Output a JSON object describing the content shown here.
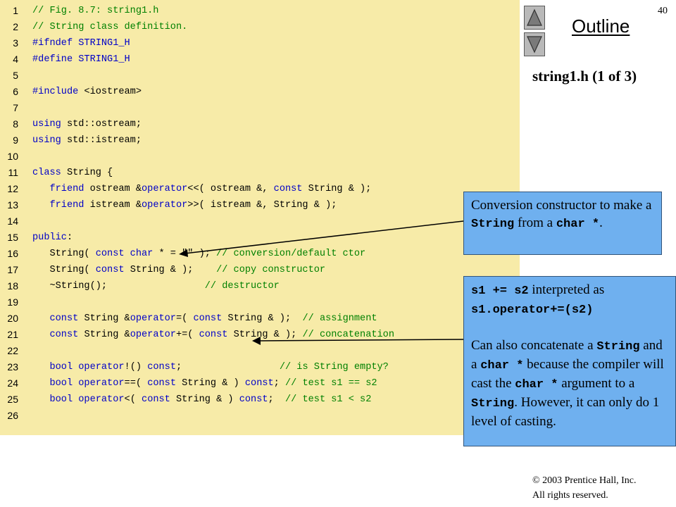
{
  "slide_number": "40",
  "outline_title": "Outline",
  "file_title": "string1.h (1 of 3)",
  "copyright": {
    "symbol": "©",
    "line1": " 2003 Prentice Hall, Inc.",
    "line2": "All rights reserved."
  },
  "colors": {
    "code_background": "#f7eba8",
    "keyword": "#0000c8",
    "comment": "#008000",
    "callout_background": "#6fb0ef"
  },
  "code": [
    {
      "n": "1",
      "segs": [
        {
          "t": "// Fig. 8.7: string1.h",
          "k": "c"
        }
      ]
    },
    {
      "n": "2",
      "segs": [
        {
          "t": "// String class definition.",
          "k": "c"
        }
      ]
    },
    {
      "n": "3",
      "segs": [
        {
          "t": "#ifndef ",
          "k": "k"
        },
        {
          "t": "STRING1_H",
          "k": "m"
        }
      ]
    },
    {
      "n": "4",
      "segs": [
        {
          "t": "#define ",
          "k": "k"
        },
        {
          "t": "STRING1_H",
          "k": "m"
        }
      ]
    },
    {
      "n": "5",
      "segs": []
    },
    {
      "n": "6",
      "segs": [
        {
          "t": "#include ",
          "k": "k"
        },
        {
          "t": "<iostream>",
          "k": "s"
        }
      ]
    },
    {
      "n": "7",
      "segs": []
    },
    {
      "n": "8",
      "segs": [
        {
          "t": "using ",
          "k": "k"
        },
        {
          "t": "std::ostream;",
          "k": "s"
        }
      ]
    },
    {
      "n": "9",
      "segs": [
        {
          "t": "using ",
          "k": "k"
        },
        {
          "t": "std::istream;",
          "k": "s"
        }
      ]
    },
    {
      "n": "10",
      "segs": []
    },
    {
      "n": "11",
      "segs": [
        {
          "t": "class ",
          "k": "k"
        },
        {
          "t": "String {",
          "k": "s"
        }
      ]
    },
    {
      "n": "12",
      "segs": [
        {
          "t": "   ",
          "k": "s"
        },
        {
          "t": "friend ",
          "k": "k"
        },
        {
          "t": "ostream &",
          "k": "s"
        },
        {
          "t": "operator",
          "k": "k"
        },
        {
          "t": "<<( ostream &, ",
          "k": "s"
        },
        {
          "t": "const ",
          "k": "k"
        },
        {
          "t": "String & );",
          "k": "s"
        }
      ]
    },
    {
      "n": "13",
      "segs": [
        {
          "t": "   ",
          "k": "s"
        },
        {
          "t": "friend ",
          "k": "k"
        },
        {
          "t": "istream &",
          "k": "s"
        },
        {
          "t": "operator",
          "k": "k"
        },
        {
          "t": ">>( istream &, String & );",
          "k": "s"
        }
      ]
    },
    {
      "n": "14",
      "segs": []
    },
    {
      "n": "15",
      "segs": [
        {
          "t": "public",
          "k": "k"
        },
        {
          "t": ":",
          "k": "s"
        }
      ]
    },
    {
      "n": "16",
      "segs": [
        {
          "t": "   String( ",
          "k": "s"
        },
        {
          "t": "const char ",
          "k": "k"
        },
        {
          "t": "* = \"\" ); ",
          "k": "s"
        },
        {
          "t": "// conversion/default ctor",
          "k": "c"
        }
      ]
    },
    {
      "n": "17",
      "segs": [
        {
          "t": "   String( ",
          "k": "s"
        },
        {
          "t": "const ",
          "k": "k"
        },
        {
          "t": "String & );    ",
          "k": "s"
        },
        {
          "t": "// copy constructor",
          "k": "c"
        }
      ]
    },
    {
      "n": "18",
      "segs": [
        {
          "t": "   ~String();                 ",
          "k": "s"
        },
        {
          "t": "// destructor",
          "k": "c"
        }
      ]
    },
    {
      "n": "19",
      "segs": []
    },
    {
      "n": "20",
      "segs": [
        {
          "t": "   ",
          "k": "s"
        },
        {
          "t": "const ",
          "k": "k"
        },
        {
          "t": "String &",
          "k": "s"
        },
        {
          "t": "operator",
          "k": "k"
        },
        {
          "t": "=( ",
          "k": "s"
        },
        {
          "t": "const ",
          "k": "k"
        },
        {
          "t": "String & );  ",
          "k": "s"
        },
        {
          "t": "// assignment",
          "k": "c"
        }
      ]
    },
    {
      "n": "21",
      "segs": [
        {
          "t": "   ",
          "k": "s"
        },
        {
          "t": "const ",
          "k": "k"
        },
        {
          "t": "String &",
          "k": "s"
        },
        {
          "t": "operator",
          "k": "k"
        },
        {
          "t": "+=( ",
          "k": "s"
        },
        {
          "t": "const ",
          "k": "k"
        },
        {
          "t": "String & ); ",
          "k": "s"
        },
        {
          "t": "// concatenation",
          "k": "c"
        }
      ]
    },
    {
      "n": "22",
      "segs": []
    },
    {
      "n": "23",
      "segs": [
        {
          "t": "   ",
          "k": "s"
        },
        {
          "t": "bool operator",
          "k": "k"
        },
        {
          "t": "!() ",
          "k": "s"
        },
        {
          "t": "const",
          "k": "k"
        },
        {
          "t": ";                 ",
          "k": "s"
        },
        {
          "t": "// is String empty?",
          "k": "c"
        }
      ]
    },
    {
      "n": "24",
      "segs": [
        {
          "t": "   ",
          "k": "s"
        },
        {
          "t": "bool operator",
          "k": "k"
        },
        {
          "t": "==( ",
          "k": "s"
        },
        {
          "t": "const ",
          "k": "k"
        },
        {
          "t": "String & ) ",
          "k": "s"
        },
        {
          "t": "const",
          "k": "k"
        },
        {
          "t": "; ",
          "k": "s"
        },
        {
          "t": "// test s1 == s2",
          "k": "c"
        }
      ]
    },
    {
      "n": "25",
      "segs": [
        {
          "t": "   ",
          "k": "s"
        },
        {
          "t": "bool operator",
          "k": "k"
        },
        {
          "t": "<( ",
          "k": "s"
        },
        {
          "t": "const ",
          "k": "k"
        },
        {
          "t": "String & ) ",
          "k": "s"
        },
        {
          "t": "const",
          "k": "k"
        },
        {
          "t": ";  ",
          "k": "s"
        },
        {
          "t": "// test s1 < s2",
          "k": "c"
        }
      ]
    },
    {
      "n": "26",
      "segs": []
    }
  ],
  "callout_1": {
    "t1": "Conversion constructor to make a ",
    "m1": "String",
    "t2": " from a ",
    "m2": "char *",
    "t3": "."
  },
  "callout_2": {
    "m1": "s1 += s2",
    "t1": " interpreted as ",
    "m2": "s1.operator+=(s2)",
    "t2": "Can also concatenate a ",
    "m3": "String",
    "t3": " and a ",
    "m4": "char *",
    "t4": " because the compiler will cast the ",
    "m5": "char *",
    "t5": " argument to a ",
    "m6": "String",
    "t6": ". However, it can only do 1 level of casting."
  }
}
